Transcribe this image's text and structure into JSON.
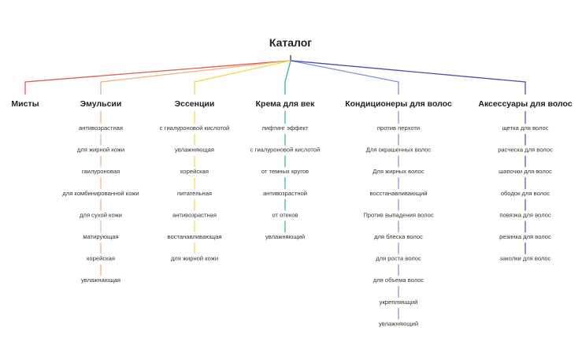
{
  "root": {
    "label": "Каталог",
    "color": "#333333"
  },
  "categories": [
    {
      "label": "Мисты",
      "color": "#e05a52",
      "items": []
    },
    {
      "label": "Эмульсии",
      "color": "#f2b07c",
      "items": [
        "антивозрастная",
        "для жирной кожи",
        "гаилуроновая",
        "для комбинированной кожи",
        "для сухой кожи",
        "матирующая",
        "корейская",
        "увлажнающая"
      ]
    },
    {
      "label": "Эссенции",
      "color": "#f4d84c",
      "items": [
        "с гиалуроновой кислотой",
        "увлажняющая",
        "корейская",
        "питательная",
        "антивозрастная",
        "востанавливающая",
        "для жирной кожи"
      ]
    },
    {
      "label": "Крема для век",
      "color": "#2fb48a",
      "items": [
        "лифтинг эффект",
        "с гиалуроновой кислотой",
        "от темных кругов",
        "антивозрастной",
        "от отеков",
        "увлажняющий"
      ]
    },
    {
      "label": "Кондиционеры для волос",
      "color": "#7b8fe3",
      "items": [
        "против перхоти",
        "Для окрашенных волос",
        "Для жирных волос",
        "восстанавливающий",
        "Против выпадения волос",
        "для блеска волос",
        "для роста волос",
        "для объема волос",
        "укрепляющий",
        "увлажняющий"
      ]
    },
    {
      "label": "Аксессуары для волос",
      "color": "#4a4fb0",
      "items": [
        "щетка для волос",
        "расческа для волос",
        "шапочки для волос",
        "ободок для волос",
        "повязка для волос",
        "резинка для волос",
        "заколки для волос"
      ]
    }
  ]
}
